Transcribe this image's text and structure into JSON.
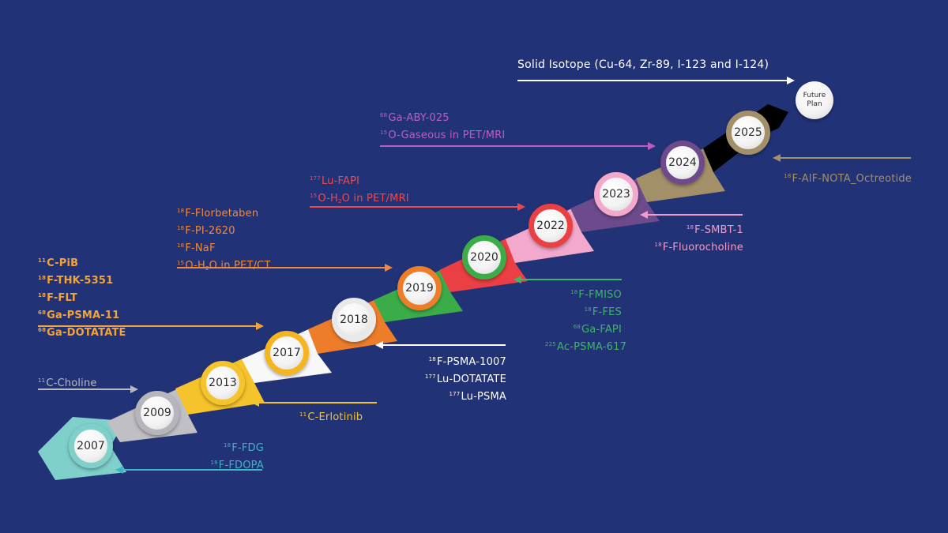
{
  "colors": {
    "background": "#223276",
    "band": [
      "#7fcfcb",
      "#bfbfc4",
      "#f5c32c",
      "#f8f8f8",
      "#ee7d2a",
      "#3aad49",
      "#ea3f43",
      "#f3a9cc",
      "#6c4a8c",
      "#a39069"
    ]
  },
  "milestones": [
    {
      "id": "2007",
      "label": "2007",
      "ring": "#7fcfcb"
    },
    {
      "id": "2009",
      "label": "2009",
      "ring": "#b5b5bb"
    },
    {
      "id": "2013",
      "label": "2013",
      "ring": "#f5c32c"
    },
    {
      "id": "2017",
      "label": "2017",
      "ring": "#f5b51f"
    },
    {
      "id": "2018",
      "label": "2018",
      "ring": "#e9e9e9"
    },
    {
      "id": "2019",
      "label": "2019",
      "ring": "#ee7d2a"
    },
    {
      "id": "2020",
      "label": "2020",
      "ring": "#3aad49"
    },
    {
      "id": "2022",
      "label": "2022",
      "ring": "#ea3f43"
    },
    {
      "id": "2023",
      "label": "2023",
      "ring": "#f3a9cc"
    },
    {
      "id": "2024",
      "label": "2024",
      "ring": "#6c4a8c"
    },
    {
      "id": "2025",
      "label": "2025",
      "ring": "#a39069"
    },
    {
      "id": "future",
      "label": "Future Plan",
      "ring": "#ffffff"
    }
  ],
  "annotations": [
    {
      "id": "2007",
      "color": "#3fb4c6",
      "lines": [
        {
          "iso": "18",
          "text": "F-FDG"
        },
        {
          "iso": "18",
          "text": "F-FDOPA"
        }
      ]
    },
    {
      "id": "2009",
      "color": "#b9b9c4",
      "lines": [
        {
          "iso": "11",
          "text": "C-Choline"
        }
      ]
    },
    {
      "id": "2013",
      "color": "#f5c32c",
      "lines": [
        {
          "iso": "11",
          "text": "C-Erlotinib"
        }
      ]
    },
    {
      "id": "2017",
      "color": "#f2a43a",
      "lines": [
        {
          "iso": "11",
          "text": "C-PiB"
        },
        {
          "iso": "18",
          "text": "F-THK-5351"
        },
        {
          "iso": "18",
          "text": "F-FLT"
        },
        {
          "iso": "68",
          "text": "Ga-PSMA-11"
        },
        {
          "iso": "68",
          "text": "Ga-DOTATATE"
        }
      ]
    },
    {
      "id": "2018",
      "color": "#ffffff",
      "lines": [
        {
          "iso": "18",
          "text": "F-PSMA-1007"
        },
        {
          "iso": "177",
          "text": "Lu-DOTATATE"
        },
        {
          "iso": "177",
          "text": "Lu-PSMA"
        }
      ]
    },
    {
      "id": "2019",
      "color": "#f08a3a",
      "lines": [
        {
          "iso": "18",
          "text": "F-Florbetaben"
        },
        {
          "iso": "18",
          "text": "F-PI-2620"
        },
        {
          "iso": "18",
          "text": "F-NaF"
        },
        {
          "iso": "15",
          "text": "O-H",
          "sub": "2",
          "after": "O in PET/CT"
        }
      ]
    },
    {
      "id": "2020",
      "color": "#41b36a",
      "lines": [
        {
          "iso": "18",
          "text": "F-FMISO"
        },
        {
          "iso": "18",
          "text": "F-FES"
        },
        {
          "iso": "68",
          "text": "Ga-FAPI"
        },
        {
          "iso": "225",
          "text": "Ac-PSMA-617"
        }
      ]
    },
    {
      "id": "2022",
      "color": "#ee4a4a",
      "lines": [
        {
          "iso": "177",
          "text": "Lu-FAPI"
        },
        {
          "iso": "15",
          "text": "O-H",
          "sub": "2",
          "after": "O in PET/MRI"
        }
      ]
    },
    {
      "id": "2023",
      "color": "#f39bc8",
      "lines": [
        {
          "iso": "18",
          "text": "F-SMBT-1"
        },
        {
          "iso": "18",
          "text": "F-Fluorocholine"
        }
      ]
    },
    {
      "id": "2024",
      "color": "#c05cc0",
      "lines": [
        {
          "iso": "68",
          "text": "Ga-ABY-025"
        },
        {
          "iso": "15",
          "text": "O-Gaseous in PET/MRI"
        }
      ]
    },
    {
      "id": "2025",
      "color": "#a39069",
      "lines": [
        {
          "iso": "18",
          "text": "F-AlF-NOTA_Octreotide"
        }
      ]
    },
    {
      "id": "future",
      "color": "#ffffff",
      "lines": [
        {
          "iso": "",
          "text": "Solid Isotope (Cu-64, Zr-89, I-123 and I-124)"
        }
      ]
    }
  ]
}
